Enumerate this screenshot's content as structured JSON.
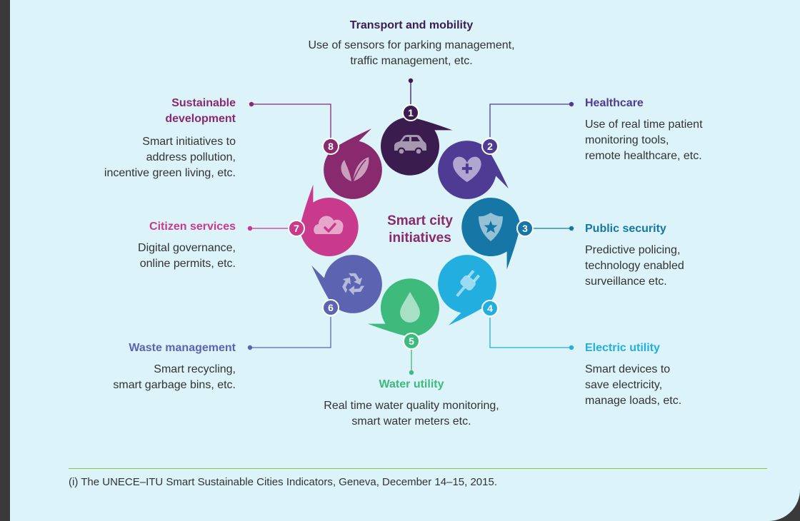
{
  "center": {
    "line1": "Smart city",
    "line2": "initiatives"
  },
  "items": [
    {
      "num": "1",
      "title": "Transport and mobility",
      "desc": "Use of sensors for parking management,\ntraffic management, etc.",
      "color": "#3b1c4f",
      "icon": "car-icon"
    },
    {
      "num": "2",
      "title": "Healthcare",
      "desc": "Use of real time patient\nmonitoring tools,\nremote healthcare, etc.",
      "color": "#4e3c94",
      "icon": "heart-plus-icon"
    },
    {
      "num": "3",
      "title": "Public security",
      "desc": "Predictive policing,\ntechnology enabled\nsurveillance etc.",
      "color": "#1677a6",
      "icon": "shield-star-icon"
    },
    {
      "num": "4",
      "title": "Electric utility",
      "desc": "Smart devices to\nsave electricity,\nmanage loads, etc.",
      "color": "#22afe0",
      "icon": "plug-icon"
    },
    {
      "num": "5",
      "title": "Water utility",
      "desc": "Real time water quality monitoring,\nsmart water meters etc.",
      "color": "#3dba7c",
      "icon": "water-drop-icon"
    },
    {
      "num": "6",
      "title": "Waste management",
      "desc": "Smart recycling,\nsmart garbage bins, etc.",
      "color": "#5c64b1",
      "icon": "recycle-icon"
    },
    {
      "num": "7",
      "title": "Citizen services",
      "desc": "Digital governance,\nonline permits, etc.",
      "color": "#c93a8c",
      "icon": "cloud-check-icon"
    },
    {
      "num": "8",
      "title": "Sustainable development",
      "title_line1": "Sustainable",
      "title_line2": "development",
      "desc": "Smart initiatives to\naddress pollution,\nincentive green living, etc.",
      "color": "#8a2a6e",
      "icon": "leaf-icon"
    }
  ],
  "footnote": "(i) The UNECE–ITU Smart Sustainable Cities Indicators, Geneva, December 14–15, 2015."
}
